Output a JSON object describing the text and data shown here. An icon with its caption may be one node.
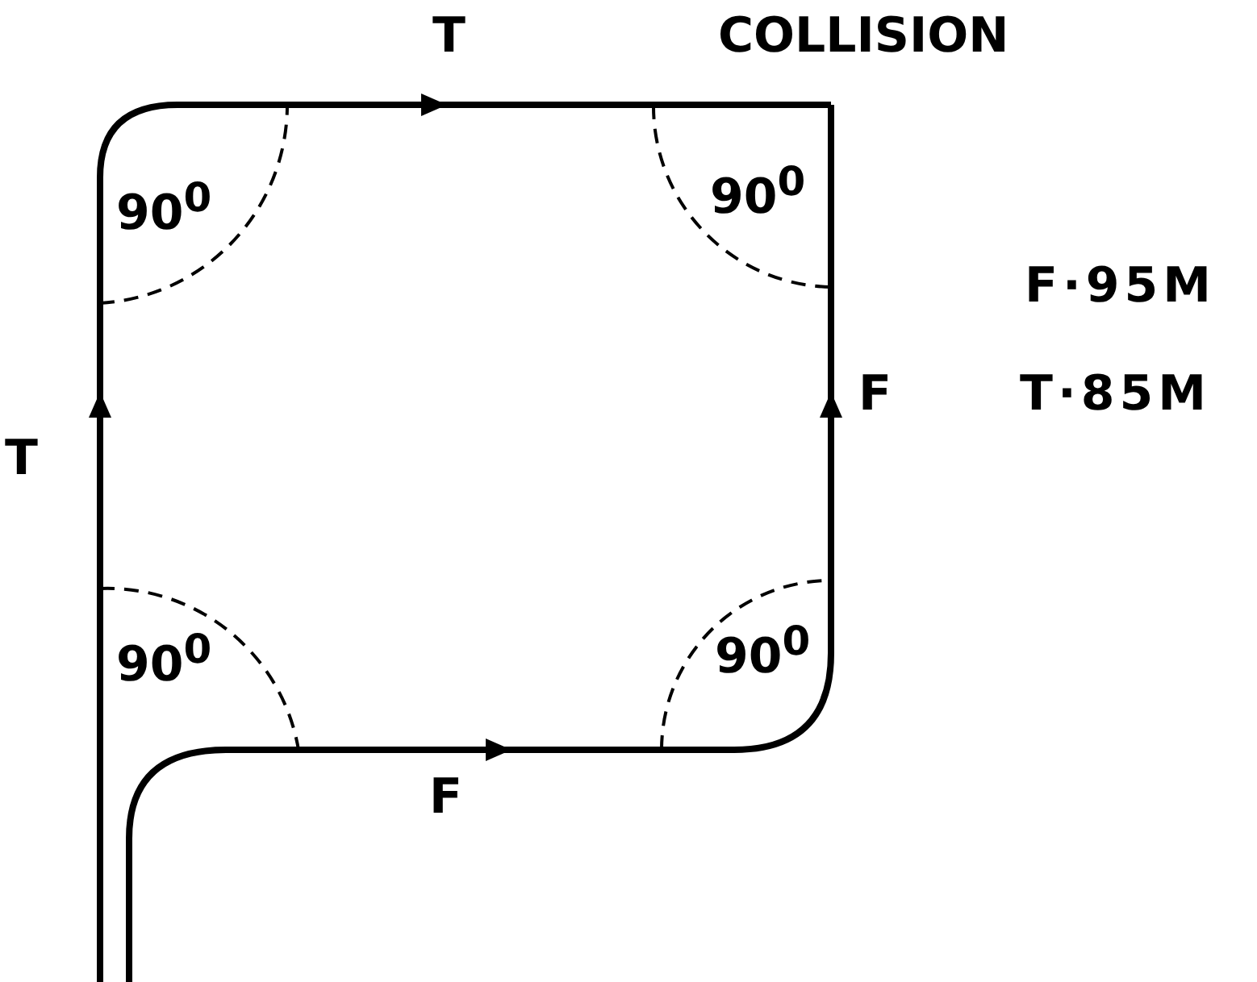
{
  "diagram": {
    "labels": [
      "T",
      "COLLISION",
      "90$^{0}$",
      "90$^{0}$",
      "F·95M",
      "F",
      "T·85M",
      "T",
      "90$^{0}$",
      "90$^{0}$",
      "F"
    ]
  }
}
